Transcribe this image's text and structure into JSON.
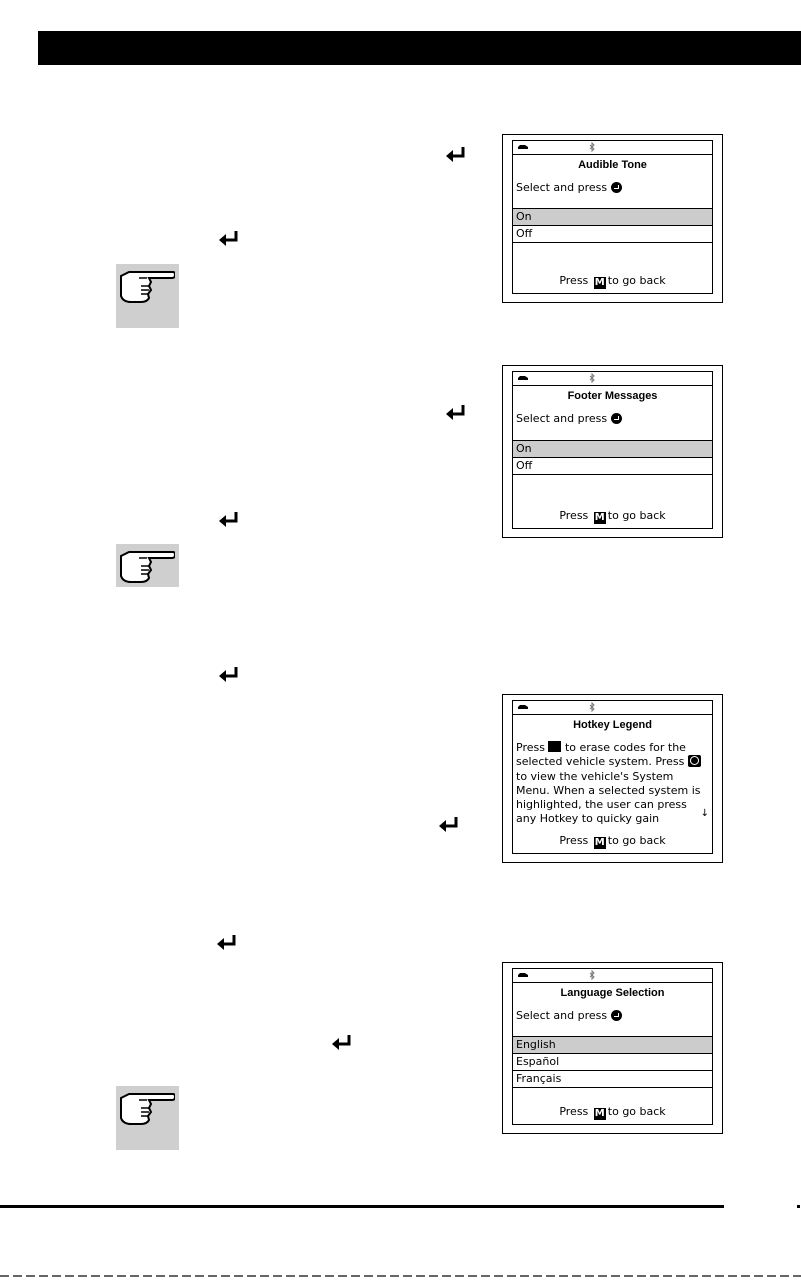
{
  "screens": [
    {
      "title": "Audible Tone",
      "prompt": "Select and press",
      "options": [
        {
          "label": "On",
          "selected": true
        },
        {
          "label": "Off",
          "selected": false
        }
      ],
      "footer_before": "Press",
      "footer_key": "M",
      "footer_after": "to go back"
    },
    {
      "title": "Footer Messages",
      "prompt": "Select and press",
      "options": [
        {
          "label": "On",
          "selected": true
        },
        {
          "label": "Off",
          "selected": false
        }
      ],
      "footer_before": "Press",
      "footer_key": "M",
      "footer_after": "to go back"
    },
    {
      "title": "Hotkey Legend",
      "legend_lines": {
        "l1_pre": "Press",
        "l1_post": "to erase codes for the",
        "l2_pre": "selected vehicle system. Press",
        "l3": "to view the vehicle's System",
        "l4": "Menu. When a selected system is",
        "l5": "highlighted, the user can press",
        "l6": "any Hotkey to quicky gain"
      },
      "footer_before": "Press",
      "footer_key": "M",
      "footer_after": "to go back"
    },
    {
      "title": "Language Selection",
      "prompt": "Select and press",
      "options": [
        {
          "label": "English",
          "selected": true
        },
        {
          "label": "Español",
          "selected": false
        },
        {
          "label": "Français",
          "selected": false
        }
      ],
      "footer_before": "Press",
      "footer_key": "M",
      "footer_after": "to go back"
    }
  ],
  "icons": {
    "enter_key": "enter-key-icon",
    "note": "pointing-hand-note-icon",
    "vehicle": "car-icon",
    "bluetooth": "bluetooth-icon"
  }
}
